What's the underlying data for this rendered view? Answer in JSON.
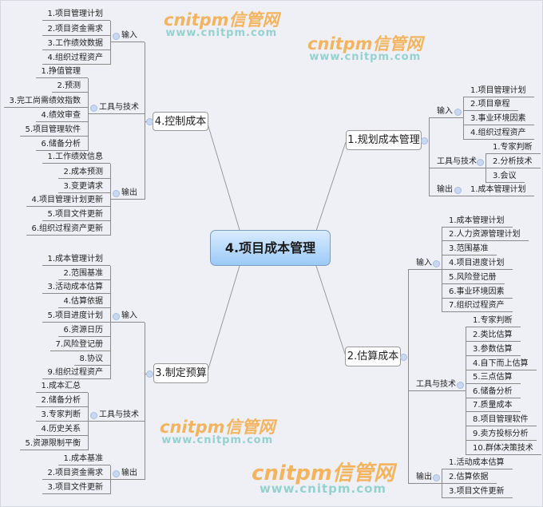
{
  "center": "4.项目成本管理",
  "branches": {
    "plan": {
      "title": "1.规划成本管理",
      "groups": [
        {
          "label": "输入",
          "items": [
            "1.项目管理计划",
            "2.项目章程",
            "3.事业环境因素",
            "4.组织过程资产"
          ]
        },
        {
          "label": "工具与技术",
          "items": [
            "1.专家判断",
            "2.分析技术",
            "3.会议"
          ]
        },
        {
          "label": "输出",
          "items": [
            "1.成本管理计划"
          ]
        }
      ]
    },
    "estimate": {
      "title": "2.估算成本",
      "groups": [
        {
          "label": "输入",
          "items": [
            "1.成本管理计划",
            "2.人力资源管理计划",
            "3.范围基准",
            "4.项目进度计划",
            "5.风险登记册",
            "6.事业环境因素",
            "7.组织过程资产"
          ]
        },
        {
          "label": "工具与技术",
          "items": [
            "1.专家判断",
            "2.类比估算",
            "3.参数估算",
            "4.自下而上估算",
            "5.三点估算",
            "6.储备分析",
            "7.质量成本",
            "8.项目管理软件",
            "9.卖方投标分析",
            "10.群体决策技术"
          ]
        },
        {
          "label": "输出",
          "items": [
            "1.活动成本估算",
            "2.估算依据",
            "3.项目文件更新"
          ]
        }
      ]
    },
    "budget": {
      "title": "3.制定预算",
      "groups": [
        {
          "label": "输入",
          "items": [
            "1.成本管理计划",
            "2.范围基准",
            "3.活动成本估算",
            "4.估算依据",
            "5.项目进度计划",
            "6.资源日历",
            "7.风险登记册",
            "8.协议",
            "9.组织过程资产"
          ]
        },
        {
          "label": "工具与技术",
          "items": [
            "1.成本汇总",
            "2.储备分析",
            "3.专家判断",
            "4.历史关系",
            "5.资源限制平衡"
          ]
        },
        {
          "label": "输出",
          "items": [
            "1.成本基准",
            "2.项目资金需求",
            "3.项目文件更新"
          ]
        }
      ]
    },
    "control": {
      "title": "4.控制成本",
      "groups": [
        {
          "label": "输入",
          "items": [
            "1.项目管理计划",
            "2.项目资金需求",
            "3.工作绩效数据",
            "4.组织过程资产"
          ]
        },
        {
          "label": "工具与技术",
          "items": [
            "1.挣值管理",
            "2.预测",
            "3.完工尚需绩效指数",
            "4.绩效审查",
            "5.项目管理软件",
            "6.储备分析"
          ]
        },
        {
          "label": "输出",
          "items": [
            "1.工作绩效信息",
            "2.成本预测",
            "3.变更请求",
            "4.项目管理计划更新",
            "5.项目文件更新",
            "6.组织过程资产更新"
          ]
        }
      ]
    }
  },
  "watermark": {
    "brand": "cnitpm信管网",
    "url": "www.cnitpm.com"
  }
}
